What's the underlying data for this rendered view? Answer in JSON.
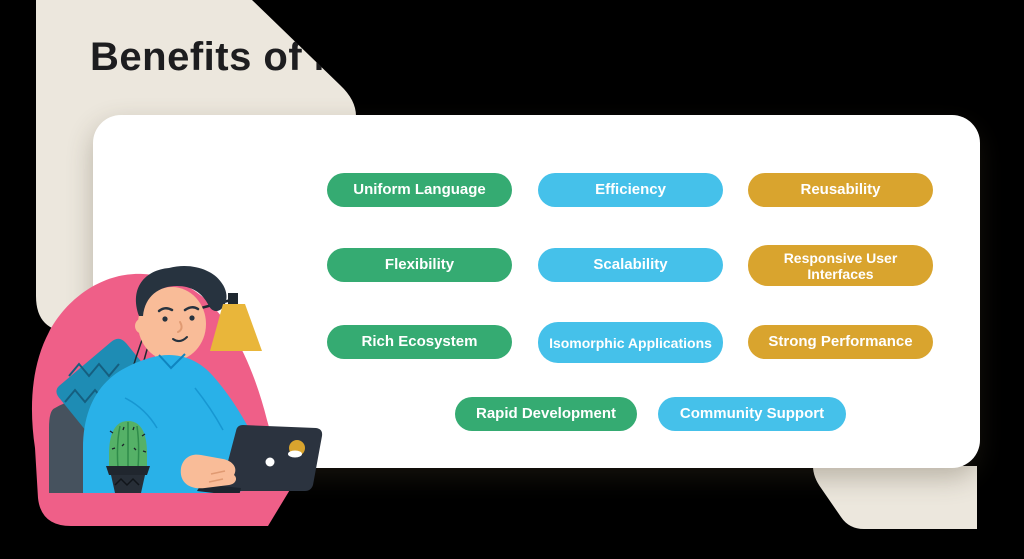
{
  "title": "Benefits of M",
  "benefits": [
    {
      "label": "Uniform Language",
      "color": "green",
      "hex": "#35AB72"
    },
    {
      "label": "Efficiency",
      "color": "blue",
      "hex": "#45C1EA"
    },
    {
      "label": "Reusability",
      "color": "gold",
      "hex": "#D9A42E"
    },
    {
      "label": "Flexibility",
      "color": "green",
      "hex": "#35AB72"
    },
    {
      "label": "Scalability",
      "color": "blue",
      "hex": "#45C1EA"
    },
    {
      "label": "Responsive User Interfaces",
      "color": "gold",
      "hex": "#D9A42E"
    },
    {
      "label": "Rich Ecosystem",
      "color": "green",
      "hex": "#35AB72"
    },
    {
      "label": "Isomorphic Applications",
      "color": "blue",
      "hex": "#45C1EA"
    },
    {
      "label": "Strong Performance",
      "color": "gold",
      "hex": "#D9A42E"
    },
    {
      "label": "Rapid Development",
      "color": "green",
      "hex": "#35AB72"
    },
    {
      "label": "Community Support",
      "color": "blue",
      "hex": "#45C1EA"
    }
  ],
  "palette": {
    "background": "#000000",
    "beige_panel": "#ECE7DD",
    "card": "#FFFFFF",
    "title_text": "#1D1D1F",
    "pill_text": "#FFFFFF",
    "pill_green": "#35AB72",
    "pill_blue": "#45C1EA",
    "pill_gold": "#D9A42E",
    "illustration_pink": "#EF5F88",
    "illustration_shirt": "#29B1E8",
    "illustration_skin": "#F9BC98",
    "illustration_hair": "#27333F",
    "illustration_pillow": "#1E8CB4",
    "illustration_chair": "#46525E",
    "illustration_laptop": "#2B333F",
    "illustration_lamp": "#E9B63A",
    "illustration_cactus": "#55B167"
  }
}
